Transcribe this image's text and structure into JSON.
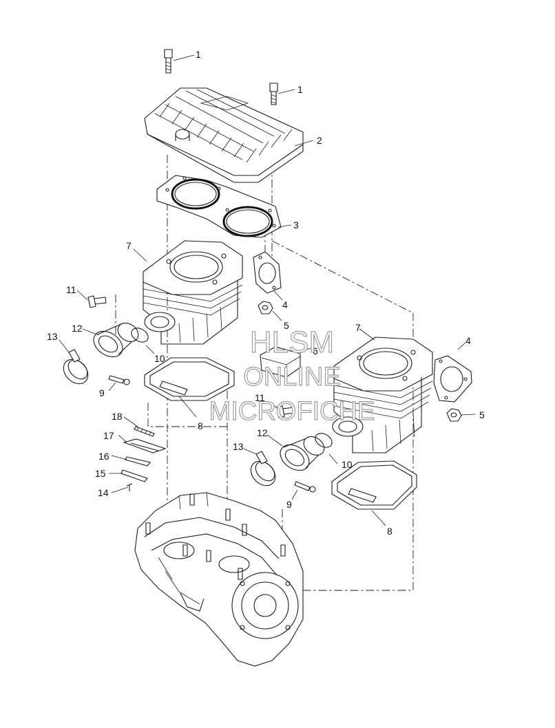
{
  "diagram": {
    "labels": {
      "head_bolt_left": "1",
      "head_bolt_right": "1",
      "cylinder_head": "2",
      "head_gasket": "3",
      "exhaust_gasket_left": "4",
      "exhaust_gasket_right": "4",
      "nut_left": "5",
      "nut_right": "5",
      "center_part": "6",
      "cylinder_left": "7",
      "cylinder_right": "7",
      "base_gasket_left": "8",
      "base_gasket_right": "8",
      "screw_left": "9",
      "screw_right": "9",
      "o_ring_left": "10",
      "o_ring_right": "10",
      "bolt_left": "11",
      "bolt_right": "11",
      "intake_boot_left": "12",
      "intake_boot_right": "12",
      "clamp_left": "13",
      "clamp_right": "13",
      "reed_screw": "14",
      "reed_stop": "15",
      "reed_petal": "16",
      "reed_block": "17",
      "reed_gasket": "18"
    },
    "watermark": {
      "line1": "HLSM",
      "line2": "ONLINE",
      "line3": "MICROFICHE"
    }
  }
}
